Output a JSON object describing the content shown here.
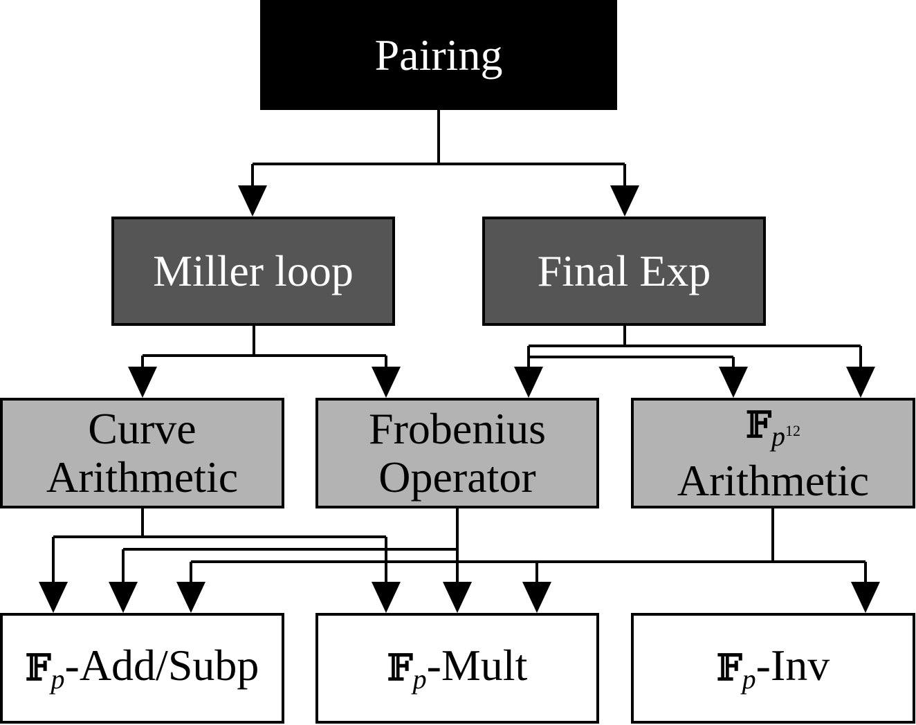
{
  "field_symbol": "𝔽",
  "field_var": "p",
  "nodes": {
    "pairing": {
      "label": "Pairing"
    },
    "miller": {
      "label": "Miller loop"
    },
    "finalexp": {
      "label": "Final Exp"
    },
    "curve": {
      "line1": "Curve",
      "line2": "Arithmetic"
    },
    "frobenius": {
      "line1": "Frobenius",
      "line2": "Operator"
    },
    "fp12": {
      "exponent": "12",
      "line2": "Arithmetic"
    },
    "add": {
      "suffix": "-Add/Subp"
    },
    "mult": {
      "suffix": "-Mult"
    },
    "inv": {
      "suffix": "-Inv"
    }
  },
  "colors": {
    "level0": "#000000",
    "level1": "#555555",
    "level2": "#b3b3b3",
    "level3": "#ffffff",
    "edge": "#000000"
  },
  "edges": [
    [
      "pairing",
      "miller"
    ],
    [
      "pairing",
      "finalexp"
    ],
    [
      "miller",
      "curve"
    ],
    [
      "miller",
      "frobenius"
    ],
    [
      "finalexp",
      "frobenius"
    ],
    [
      "finalexp",
      "fp12"
    ],
    [
      "finalexp",
      "fp12"
    ],
    [
      "curve",
      "add"
    ],
    [
      "curve",
      "mult"
    ],
    [
      "frobenius",
      "add"
    ],
    [
      "frobenius",
      "mult"
    ],
    [
      "fp12",
      "add"
    ],
    [
      "fp12",
      "mult"
    ],
    [
      "fp12",
      "inv"
    ]
  ]
}
